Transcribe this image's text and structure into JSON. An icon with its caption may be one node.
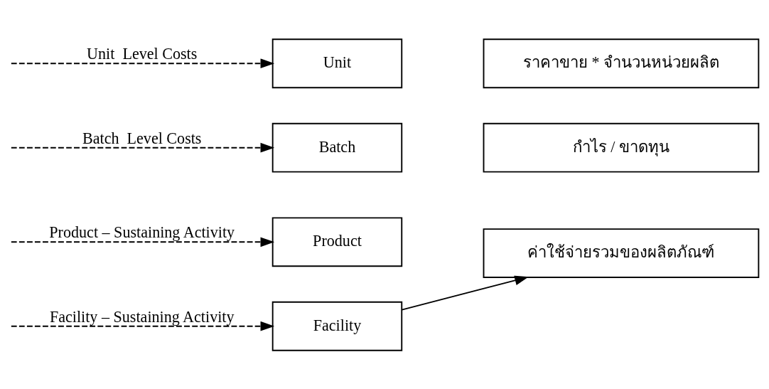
{
  "diagram": {
    "nodes": [
      {
        "text": [
          "Facility"
        ]
      },
      {
        "text": [
          "Product"
        ]
      },
      {
        "text": [
          "Batch"
        ]
      },
      {
        "text": [
          "Unit"
        ]
      },
      {
        "text": [
          "ค่าใช้จ่ายรวมของผลิตภัณฑ์"
        ]
      },
      {
        "text": [
          "กำไร / ขาดทุน"
        ]
      },
      {
        "text": [
          "ราคาขาย * จำนวนหน่วยผลิต"
        ]
      }
    ],
    "edges": [
      {
        "from": null,
        "to": 0,
        "arrow": "to",
        "style": "dashed",
        "label": "Facility – Sustaining Activity"
      },
      {
        "from": null,
        "to": 1,
        "arrow": "to",
        "style": "dashed",
        "label": "Product – Sustaining Activity"
      },
      {
        "from": null,
        "to": 2,
        "arrow": "to",
        "style": "dashed",
        "label": "Batch  Level Costs"
      },
      {
        "from": null,
        "to": 3,
        "arrow": "to",
        "style": "dashed",
        "label": "Unit  Level Costs"
      },
      {
        "from": 0,
        "to": 4,
        "arrow": "to"
      }
    ]
  }
}
